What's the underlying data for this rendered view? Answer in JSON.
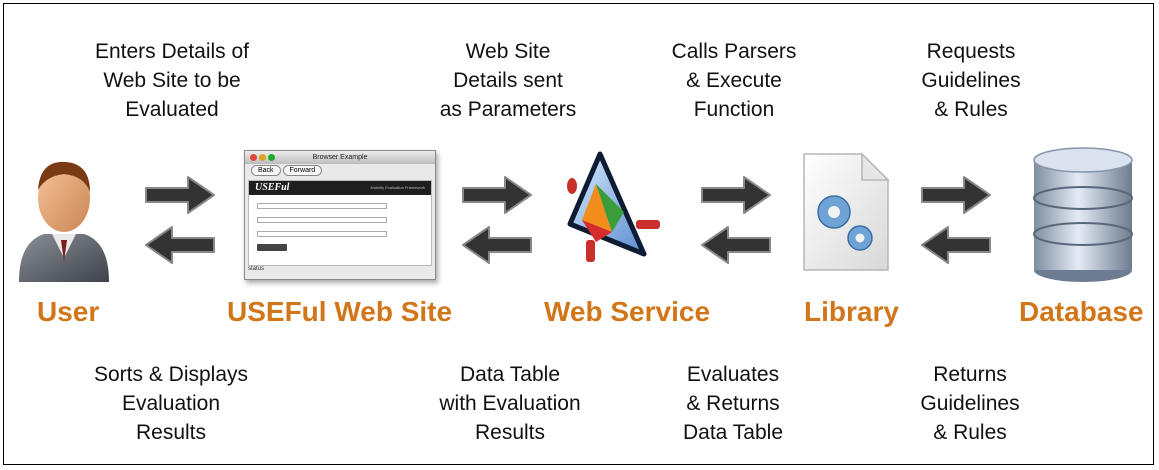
{
  "top_captions": [
    [
      "Enters Details of",
      "Web Site to be",
      "Evaluated"
    ],
    [
      "Web Site",
      "Details sent",
      "as Parameters"
    ],
    [
      "Calls Parsers",
      "& Execute",
      "Function"
    ],
    [
      "Requests",
      "Guidelines",
      "& Rules"
    ]
  ],
  "bottom_captions": [
    [
      "Sorts & Displays",
      "Evaluation",
      "Results"
    ],
    [
      "Data Table",
      "with Evaluation",
      "Results"
    ],
    [
      "Evaluates",
      "& Returns",
      "Data Table"
    ],
    [
      "Returns",
      "Guidelines",
      "& Rules"
    ]
  ],
  "nodes": {
    "user": "User",
    "website": "USEFul Web Site",
    "webservice": "Web Service",
    "library": "Library",
    "database": "Database"
  },
  "browser": {
    "title": "Browser Example",
    "back": "Back",
    "forward": "Forward",
    "logo": "USEFul",
    "framework": "Mobility Evaluation Framework",
    "status": "status"
  },
  "colors": {
    "label": "#d2761a",
    "arrow": "#333333"
  }
}
